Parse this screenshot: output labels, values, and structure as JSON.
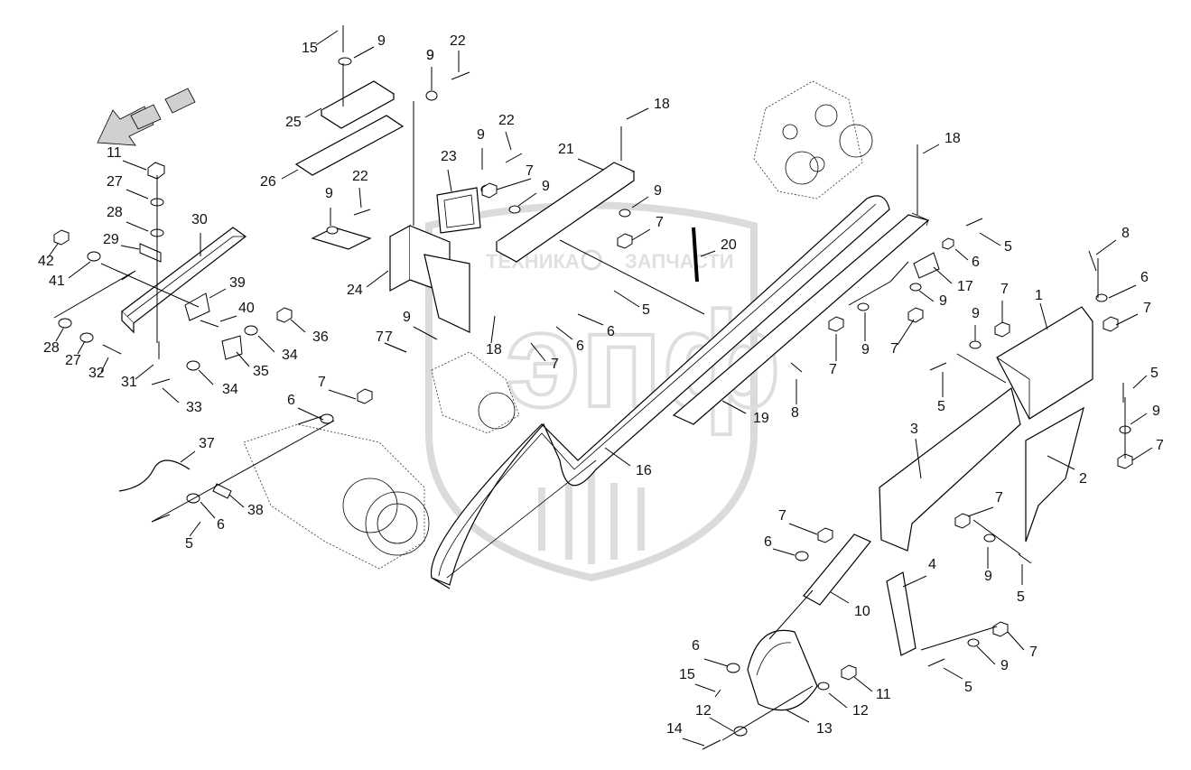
{
  "watermark": {
    "logo_text": "эпф",
    "text_left": "ТЕХНИКА",
    "text_right": "ЗАПЧАСТИ"
  },
  "callouts": [
    {
      "id": "c1",
      "text": "1"
    },
    {
      "id": "c2",
      "text": "2"
    },
    {
      "id": "c3",
      "text": "3"
    },
    {
      "id": "c4",
      "text": "4"
    },
    {
      "id": "c5a",
      "text": "5"
    },
    {
      "id": "c5b",
      "text": "5"
    },
    {
      "id": "c5c",
      "text": "5"
    },
    {
      "id": "c5d",
      "text": "5"
    },
    {
      "id": "c5e",
      "text": "5"
    },
    {
      "id": "c5f",
      "text": "5"
    },
    {
      "id": "c5g",
      "text": "5"
    },
    {
      "id": "c6a",
      "text": "6"
    },
    {
      "id": "c6b",
      "text": "6"
    },
    {
      "id": "c6c",
      "text": "6"
    },
    {
      "id": "c6d",
      "text": "6"
    },
    {
      "id": "c6e",
      "text": "6"
    },
    {
      "id": "c6f",
      "text": "6"
    },
    {
      "id": "c6g",
      "text": "6"
    },
    {
      "id": "c6h",
      "text": "6"
    },
    {
      "id": "c7a",
      "text": "7"
    },
    {
      "id": "c7b",
      "text": "7"
    },
    {
      "id": "c7c",
      "text": "7"
    },
    {
      "id": "c7d",
      "text": "7"
    },
    {
      "id": "c7e",
      "text": "7"
    },
    {
      "id": "c7f",
      "text": "7"
    },
    {
      "id": "c7g",
      "text": "7"
    },
    {
      "id": "c7h",
      "text": "7"
    },
    {
      "id": "c7i",
      "text": "7"
    },
    {
      "id": "c7j",
      "text": "7"
    },
    {
      "id": "c7k",
      "text": "7"
    },
    {
      "id": "c7l",
      "text": "7"
    },
    {
      "id": "c7m",
      "text": "7"
    },
    {
      "id": "c7n",
      "text": "7"
    },
    {
      "id": "c8a",
      "text": "8"
    },
    {
      "id": "c8b",
      "text": "8"
    },
    {
      "id": "c9a",
      "text": "9"
    },
    {
      "id": "c9b",
      "text": "9"
    },
    {
      "id": "c9c",
      "text": "9"
    },
    {
      "id": "c9d",
      "text": "9"
    },
    {
      "id": "c9e",
      "text": "9"
    },
    {
      "id": "c9f",
      "text": "9"
    },
    {
      "id": "c9g",
      "text": "9"
    },
    {
      "id": "c9h",
      "text": "9"
    },
    {
      "id": "c9i",
      "text": "9"
    },
    {
      "id": "c9j",
      "text": "9"
    },
    {
      "id": "c9k",
      "text": "9"
    },
    {
      "id": "c9l",
      "text": "9"
    },
    {
      "id": "c9m",
      "text": "9"
    },
    {
      "id": "c9n",
      "text": "9"
    },
    {
      "id": "c10",
      "text": "10"
    },
    {
      "id": "c11a",
      "text": "11"
    },
    {
      "id": "c11b",
      "text": "11"
    },
    {
      "id": "c12a",
      "text": "12"
    },
    {
      "id": "c12b",
      "text": "12"
    },
    {
      "id": "c13",
      "text": "13"
    },
    {
      "id": "c14",
      "text": "14"
    },
    {
      "id": "c15a",
      "text": "15"
    },
    {
      "id": "c15b",
      "text": "15"
    },
    {
      "id": "c16",
      "text": "16"
    },
    {
      "id": "c17",
      "text": "17"
    },
    {
      "id": "c18a",
      "text": "18"
    },
    {
      "id": "c18b",
      "text": "18"
    },
    {
      "id": "c18c",
      "text": "18"
    },
    {
      "id": "c19",
      "text": "19"
    },
    {
      "id": "c20",
      "text": "20"
    },
    {
      "id": "c21",
      "text": "21"
    },
    {
      "id": "c22a",
      "text": "22"
    },
    {
      "id": "c22b",
      "text": "22"
    },
    {
      "id": "c22c",
      "text": "22"
    },
    {
      "id": "c23",
      "text": "23"
    },
    {
      "id": "c24",
      "text": "24"
    },
    {
      "id": "c25",
      "text": "25"
    },
    {
      "id": "c26",
      "text": "26"
    },
    {
      "id": "c27a",
      "text": "27"
    },
    {
      "id": "c27b",
      "text": "27"
    },
    {
      "id": "c28a",
      "text": "28"
    },
    {
      "id": "c28b",
      "text": "28"
    },
    {
      "id": "c29",
      "text": "29"
    },
    {
      "id": "c30",
      "text": "30"
    },
    {
      "id": "c31",
      "text": "31"
    },
    {
      "id": "c32",
      "text": "32"
    },
    {
      "id": "c33",
      "text": "33"
    },
    {
      "id": "c34a",
      "text": "34"
    },
    {
      "id": "c34b",
      "text": "34"
    },
    {
      "id": "c35",
      "text": "35"
    },
    {
      "id": "c36",
      "text": "36"
    },
    {
      "id": "c37",
      "text": "37"
    },
    {
      "id": "c38",
      "text": "38"
    },
    {
      "id": "c39",
      "text": "39"
    },
    {
      "id": "c40",
      "text": "40"
    },
    {
      "id": "c41",
      "text": "41"
    },
    {
      "id": "c42",
      "text": "42"
    }
  ]
}
